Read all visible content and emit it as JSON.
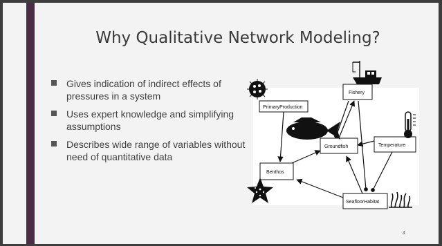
{
  "slide": {
    "title": "Why Qualitative Network Modeling?",
    "bullets": [
      "Gives indication of indirect effects of pressures in a system",
      "Uses expert knowledge and simplifying assumptions",
      "Describes wide range of variables without need of quantitative data"
    ],
    "page_number": "4"
  },
  "diagram": {
    "nodes": [
      {
        "id": "primary",
        "label": "PrimaryProduction"
      },
      {
        "id": "fishery",
        "label": "Fishery"
      },
      {
        "id": "groundfish",
        "label": "Groundfish"
      },
      {
        "id": "temperature",
        "label": "Temperature"
      },
      {
        "id": "benthos",
        "label": "Benthos"
      },
      {
        "id": "seafloor",
        "label": "SeafloorHabitat"
      }
    ],
    "edges": [
      {
        "from": "primary",
        "to": "benthos",
        "type": "positive"
      },
      {
        "from": "benthos",
        "to": "groundfish",
        "type": "positive"
      },
      {
        "from": "groundfish",
        "to": "fishery",
        "type": "positive"
      },
      {
        "from": "fishery",
        "to": "groundfish",
        "type": "negative"
      },
      {
        "from": "fishery",
        "to": "seafloor",
        "type": "negative"
      },
      {
        "from": "seafloor",
        "to": "groundfish",
        "type": "positive"
      },
      {
        "from": "seafloor",
        "to": "benthos",
        "type": "positive"
      },
      {
        "from": "temperature",
        "to": "groundfish",
        "type": "positive"
      },
      {
        "from": "temperature",
        "to": "seafloor",
        "type": "negative"
      }
    ],
    "icons": [
      "plankton-icon",
      "fishing-boat-icon",
      "fish-icon",
      "thermometer-icon",
      "starfish-icon",
      "seagrass-icon"
    ]
  },
  "colors": {
    "background_frame": "#3d3d3d",
    "slide": "#f3f3f3",
    "accent_bar": "#4a2c44",
    "diagram_panel": "#ffffff"
  }
}
